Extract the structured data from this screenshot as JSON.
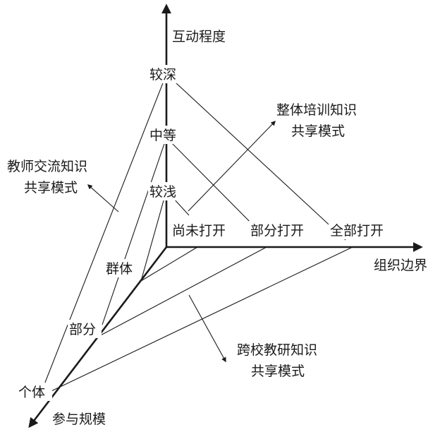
{
  "axes": {
    "vertical": {
      "label": "互动程度",
      "ticks": [
        "较深",
        "中等",
        "较浅"
      ]
    },
    "horizontal": {
      "label": "组织边界",
      "ticks": [
        "尚未打开",
        "部分打开",
        "全部打开"
      ]
    },
    "diagonal": {
      "label": "参与规模",
      "ticks": [
        "群体",
        "部分",
        "个体"
      ]
    }
  },
  "modes": {
    "teacher_exchange": [
      "教师交流知识",
      "共享模式"
    ],
    "whole_training": [
      "整体培训知识",
      "共享模式"
    ],
    "cross_school": [
      "跨校教研知识",
      "共享模式"
    ]
  },
  "colors": {
    "line": "#1a1a1a",
    "background": "#ffffff"
  }
}
